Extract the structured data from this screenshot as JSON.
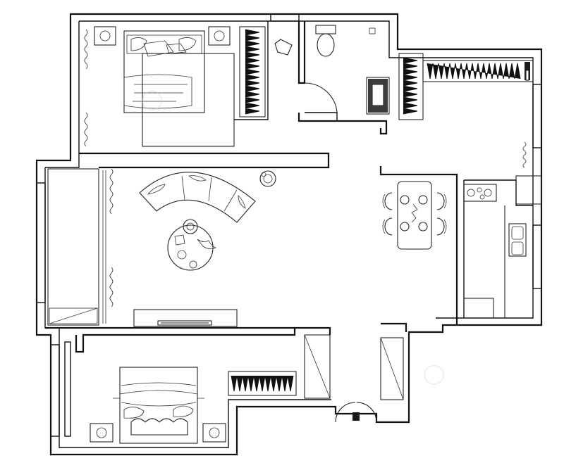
{
  "floor_plan": {
    "rooms": [
      "master-bedroom",
      "bathroom",
      "living-room",
      "dining-area",
      "kitchen",
      "second-bedroom",
      "entrance"
    ],
    "labels": []
  }
}
